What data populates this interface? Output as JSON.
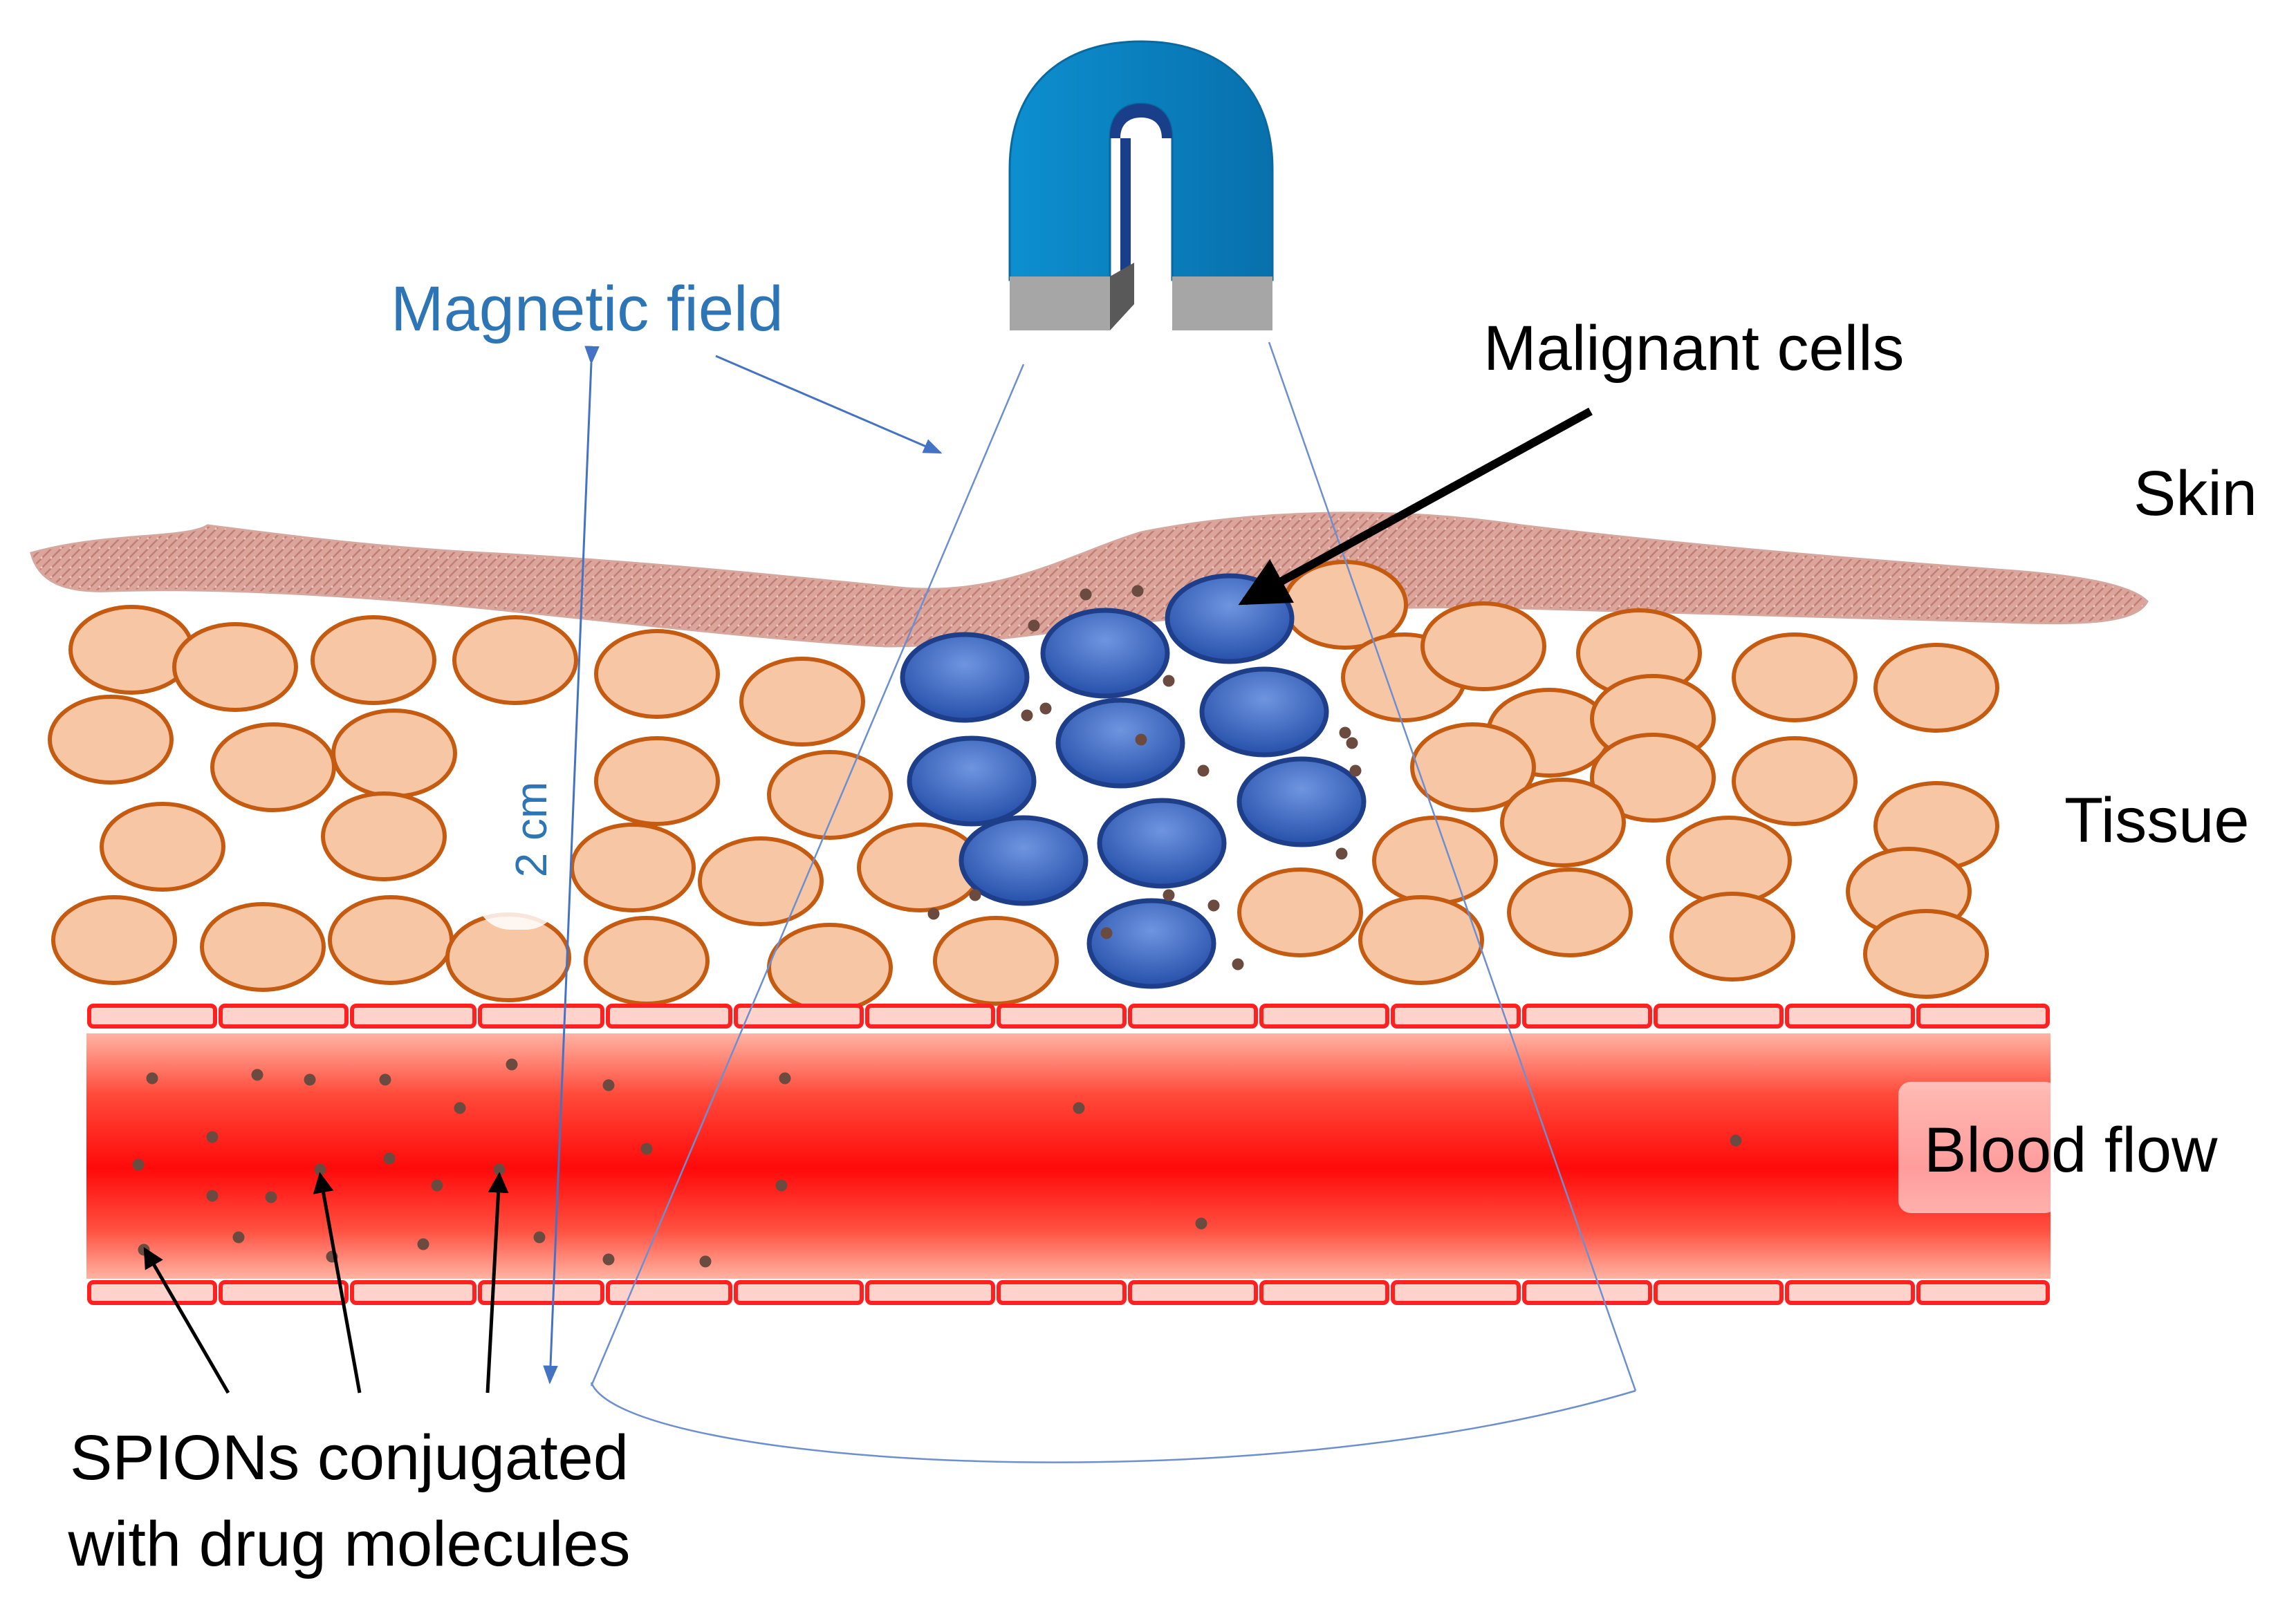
{
  "labels": {
    "magnetic_field": "Magnetic field",
    "malignant_cells": "Malignant cells",
    "skin": "Skin",
    "tissue": "Tissue",
    "blood_flow": "Blood flow",
    "distance": "2 cm",
    "spions_line1": "SPIONs conjugated",
    "spions_line2": "with drug molecules"
  },
  "colors": {
    "magnet_blue": "#0a7bbd",
    "magnet_tip": "#a6a6a6",
    "tissue_fill": "#f7c6a4",
    "tissue_stroke": "#c55a11",
    "malignant_fill": "#3a68c4",
    "malignant_stroke": "#1f3e8a",
    "blood": "#ff1a1a",
    "vessel_wall": "#ff2020",
    "skin": "#d59a90",
    "field_line": "#4472c4",
    "field_label": "#2e75b6",
    "particle": "#6b4a40"
  },
  "icons": [
    "horseshoe-magnet-icon"
  ]
}
